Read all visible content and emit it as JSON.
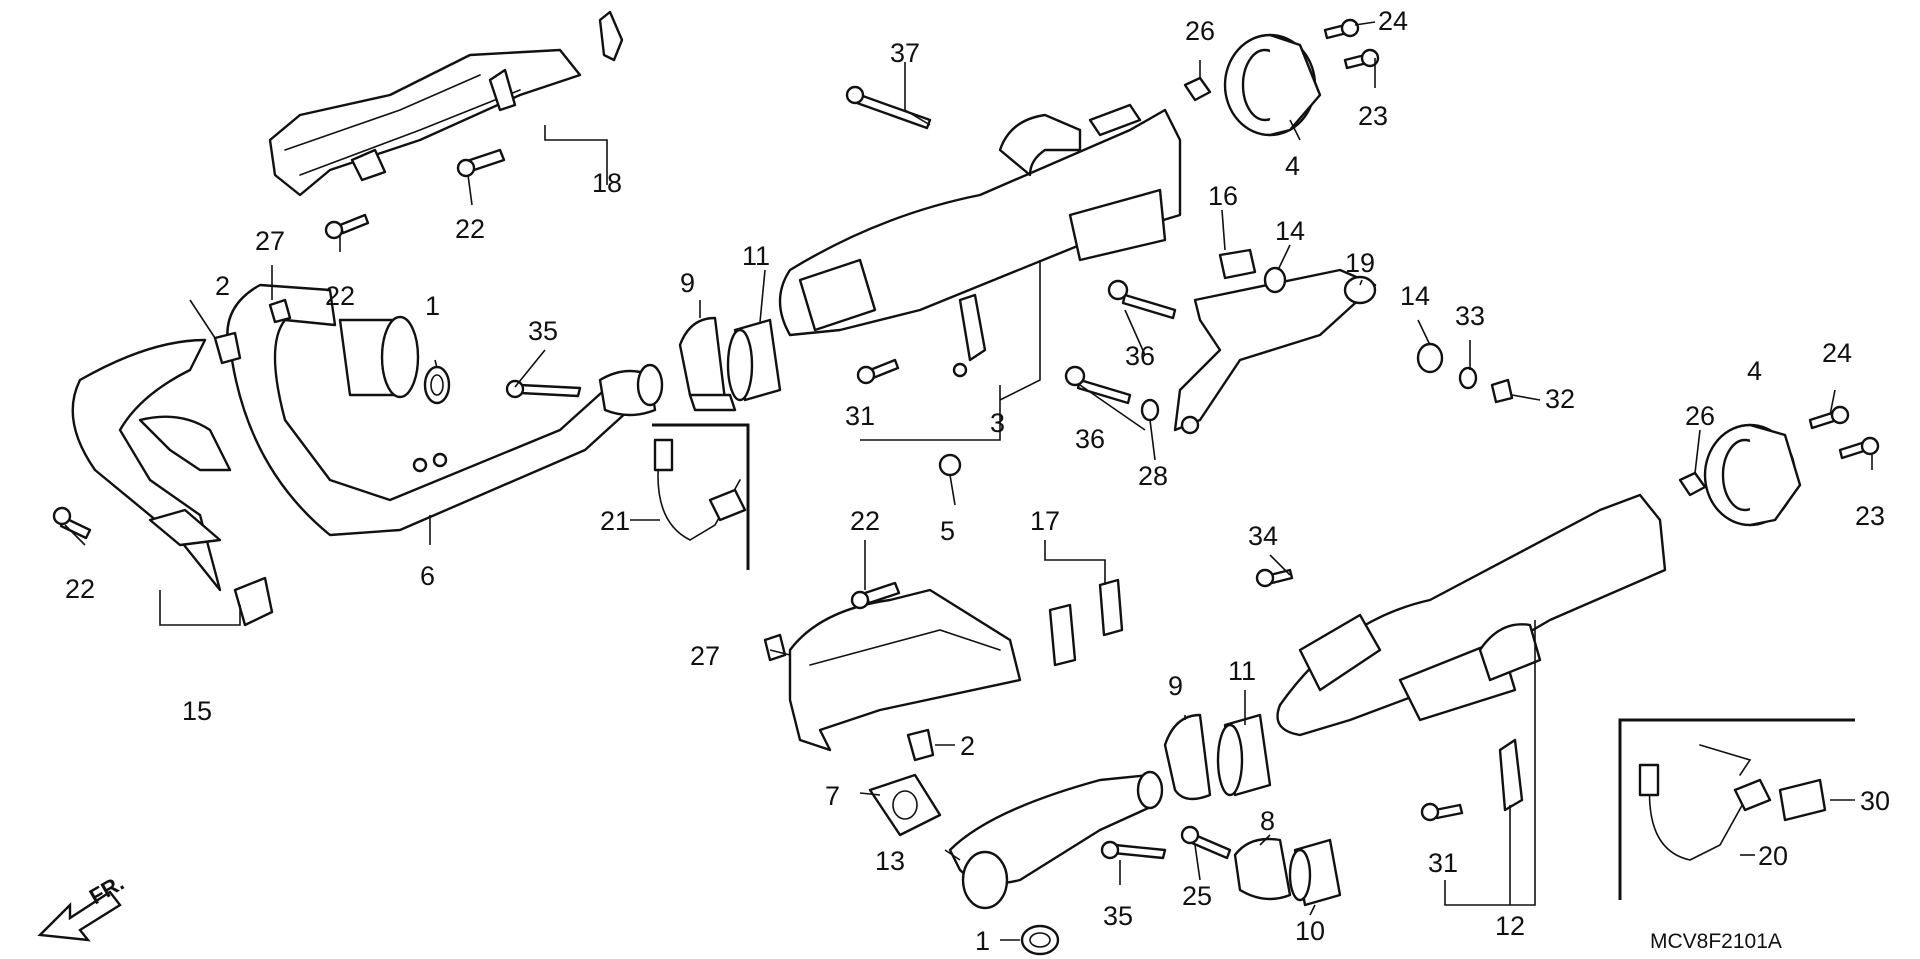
{
  "diagram": {
    "drawing_code": "MCV8F2101A",
    "direction_label": "FR.",
    "callouts": [
      "37",
      "26",
      "24",
      "23",
      "4",
      "18",
      "22",
      "16",
      "14",
      "19",
      "27",
      "22",
      "2",
      "1",
      "35",
      "9",
      "11",
      "14",
      "33",
      "32",
      "36",
      "24",
      "4",
      "26",
      "31",
      "3",
      "36",
      "28",
      "23",
      "5",
      "21",
      "6",
      "22",
      "22",
      "17",
      "34",
      "27",
      "9",
      "11",
      "2",
      "7",
      "8",
      "13",
      "35",
      "25",
      "10",
      "31",
      "12",
      "1",
      "30",
      "20",
      "15"
    ]
  }
}
